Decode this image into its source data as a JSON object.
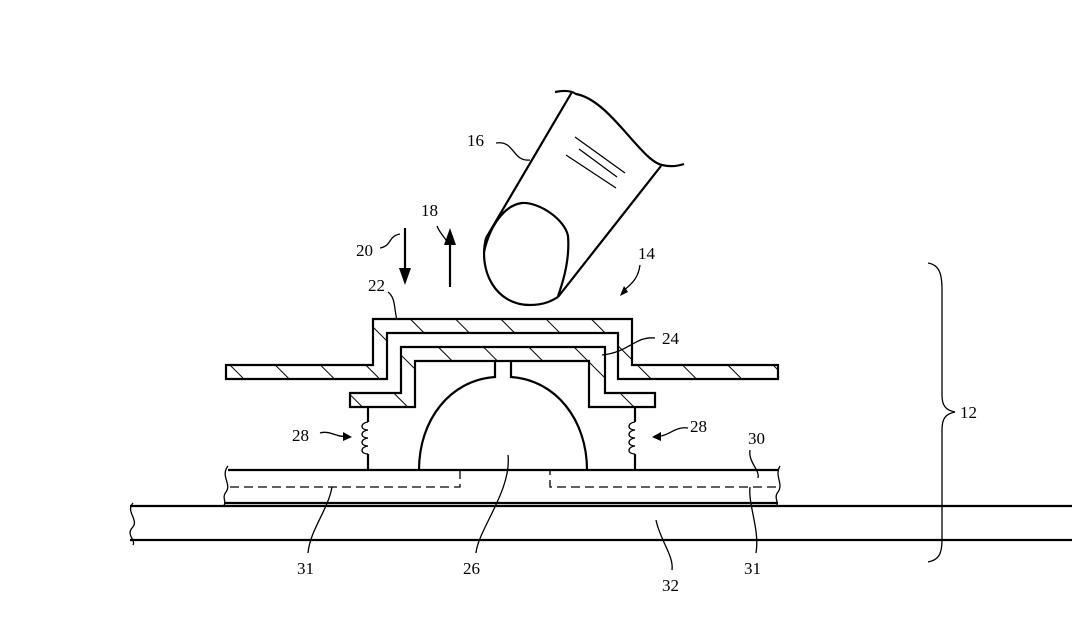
{
  "figure": {
    "labels": {
      "keyboard_assembly": "12",
      "key": "14",
      "finger": "16",
      "up_direction": "18",
      "down_direction": "20",
      "keycap": "22",
      "key_support": "24",
      "dome_switch": "26",
      "spring_left": "28",
      "spring_right": "28",
      "substrate": "30",
      "trace_left": "31",
      "trace_right": "31",
      "housing": "32"
    }
  }
}
